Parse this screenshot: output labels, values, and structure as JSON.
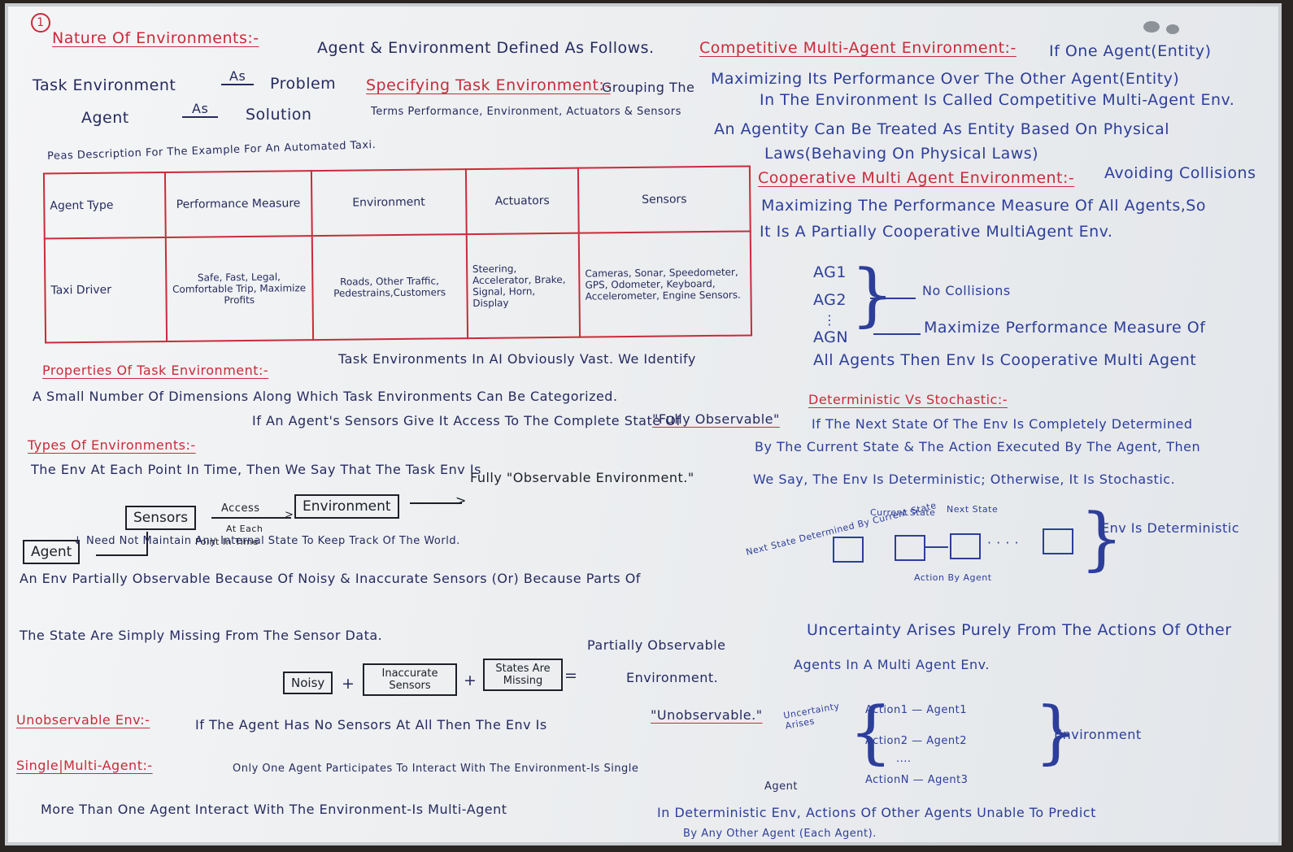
{
  "page_number": "1",
  "nature": {
    "heading": "Nature Of Environments:-",
    "intro": "Agent & Environment Defined As Follows.",
    "line1_left": "Task Environment",
    "line1_as": "As",
    "line1_right": "Problem",
    "line2_left": "Agent",
    "line2_as": "As",
    "line2_right": "Solution"
  },
  "specifying": {
    "heading": "Specifying Task Environment:-",
    "text1": "Grouping The",
    "text2": "Terms Performance, Environment, Actuators & Sensors"
  },
  "competitive": {
    "heading": "Competitive Multi-Agent Environment:-",
    "line1": "If One Agent(Entity)",
    "line2": "Maximizing Its Performance Over The Other Agent(Entity)",
    "line3": "In The Environment Is Called Competitive Multi-Agent Env.",
    "line4": "An Agentity Can Be Treated As Entity Based On Physical",
    "line5": "Laws(Behaving On Physical Laws)"
  },
  "cooperative": {
    "heading": "Cooperative Multi Agent Environment:-",
    "line1": "Avoiding Collisions",
    "line2": "Maximizing The Performance Measure Of All Agents,So",
    "line3": "It Is A Partially Cooperative MultiAgent Env.",
    "agents": [
      "AG1",
      "AG2",
      "⋮",
      "AGN"
    ],
    "result1": "No Collisions",
    "result2": "Maximize Performance Measure Of",
    "result3": "All Agents Then Env Is Cooperative Multi Agent"
  },
  "peas": {
    "caption": "Peas Description For The Example For An Automated Taxi.",
    "headers": [
      "Agent Type",
      "Performance Measure",
      "Environment",
      "Actuators",
      "Sensors"
    ],
    "row": [
      "Taxi Driver",
      "Safe, Fast, Legal, Comfortable Trip, Maximize Profits",
      "Roads, Other Traffic, Pedestrains,Customers",
      "Steering, Accelerator, Brake, Signal, Horn, Display",
      "Cameras, Sonar, Speedometer, GPS, Odometer, Keyboard, Accelerometer, Engine Sensors."
    ]
  },
  "properties": {
    "heading": "Properties Of Task Environment:-",
    "line1": "Task Environments In AI Obviously Vast. We Identify",
    "line2": "A Small Number Of Dimensions Along Which Task Environments Can Be Categorized."
  },
  "types": {
    "heading": "Types Of Environments:-",
    "line1": "If An Agent's Sensors Give It Access To The Complete State Of",
    "fully_quote": "\"Fully Observable\"",
    "line2": "The Env At Each Point In Time, Then We Say That The Task Env Is",
    "diagram": {
      "agent": "Agent",
      "sensors": "Sensors",
      "access": "Access",
      "at_each": "At Each",
      "point": "Point In Time",
      "environment": "Environment",
      "fully_label": "Fully \"Observable Environment.\""
    },
    "need_not": "↓ Need Not Maintain Any Internal State To Keep Track Of The World."
  },
  "partial": {
    "line1": "An Env Partially Observable Because Of Noisy & Inaccurate Sensors (Or) Because Parts Of",
    "line2": "The State Are Simply Missing From The Sensor Data.",
    "boxes": [
      "Noisy",
      "Inaccurate Sensors",
      "States Are Missing"
    ],
    "plus": "+",
    "equals": "=",
    "result1": "Partially Observable",
    "result2": "Environment."
  },
  "unobservable": {
    "heading": "Unobservable Env:-",
    "text": "If The Agent Has No Sensors At All Then The Env Is",
    "quote": "\"Unobservable.\""
  },
  "single_multi": {
    "heading": "Single|Multi-Agent:-",
    "text": "Only One Agent Participates To Interact With The Environment-Is Single",
    "text_end": "Agent",
    "more": "More Than One Agent Interact With The Environment-Is Multi-Agent"
  },
  "deterministic": {
    "heading": "Deterministic Vs Stochastic:-",
    "line1": "If The Next State Of The Env Is Completely Determined",
    "line2": "By The Current State & The Action Executed By The Agent, Then",
    "line3": "We Say, The Env Is Deterministic; Otherwise, It Is Stochastic.",
    "next_state_det": "Next State Determined By Current State",
    "current_state": "Current State",
    "next_state": "Next State",
    "action_by": "Action By Agent",
    "dots": "· · · ·",
    "conclusion": "Env Is Deterministic"
  },
  "uncertainty": {
    "line1": "Uncertainty Arises Purely From The Actions Of Other",
    "line2": "Agents In A Multi Agent Env.",
    "side": "Uncertainty Arises",
    "actions": [
      "Action1 — Agent1",
      "Action2 — Agent2",
      "····",
      "ActionN — Agent3"
    ],
    "environment": "Environment",
    "bottom1": "In Deterministic Env, Actions Of Other Agents Unable To Predict",
    "bottom2": "By Any Other Agent (Each Agent)."
  }
}
